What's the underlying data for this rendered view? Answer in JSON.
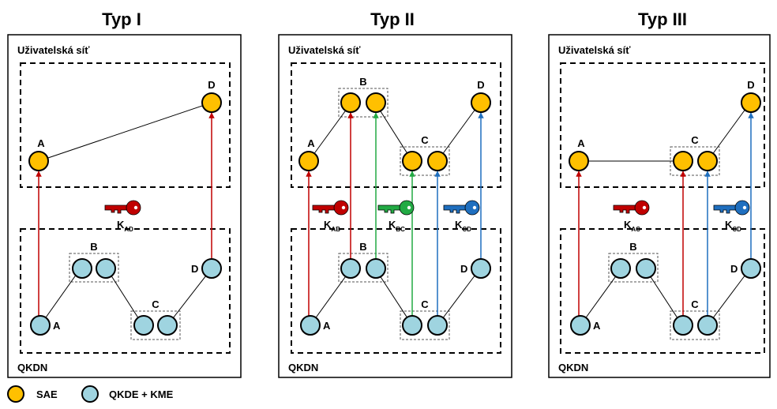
{
  "panels": [
    {
      "title": "Typ I",
      "user_net_label": "Uživatelská síť",
      "qkdn_label": "QKDN",
      "sae": {
        "A": "A",
        "D": "D"
      },
      "kde": {
        "A": "A",
        "B": "B",
        "C": "C",
        "D": "D"
      },
      "keys": [
        {
          "letter": "K",
          "sub": "AD",
          "color": "#c00000"
        }
      ]
    },
    {
      "title": "Typ II",
      "user_net_label": "Uživatelská síť",
      "qkdn_label": "QKDN",
      "sae": {
        "A": "A",
        "B": "B",
        "C": "C",
        "D": "D"
      },
      "kde": {
        "A": "A",
        "B": "B",
        "C": "C",
        "D": "D"
      },
      "keys": [
        {
          "letter": "K",
          "sub": "AB",
          "color": "#c00000"
        },
        {
          "letter": "K",
          "sub": "BC",
          "color": "#22aa44"
        },
        {
          "letter": "K",
          "sub": "CD",
          "color": "#1f6fbf"
        }
      ]
    },
    {
      "title": "Typ III",
      "user_net_label": "Uživatelská síť",
      "qkdn_label": "QKDN",
      "sae": {
        "A": "A",
        "C": "C",
        "D": "D"
      },
      "kde": {
        "A": "A",
        "B": "B",
        "C": "C",
        "D": "D"
      },
      "keys": [
        {
          "letter": "K",
          "sub": "AC",
          "color": "#c00000"
        },
        {
          "letter": "K",
          "sub": "CD",
          "color": "#1f6fbf"
        }
      ]
    }
  ],
  "legend": {
    "sae_label": "SAE",
    "kde_label": "QKDE + KME"
  },
  "colors": {
    "sae_fill": "#ffc000",
    "kde_fill": "#9fd4e0",
    "red": "#c00000",
    "green": "#22aa44",
    "blue": "#1f6fbf"
  }
}
